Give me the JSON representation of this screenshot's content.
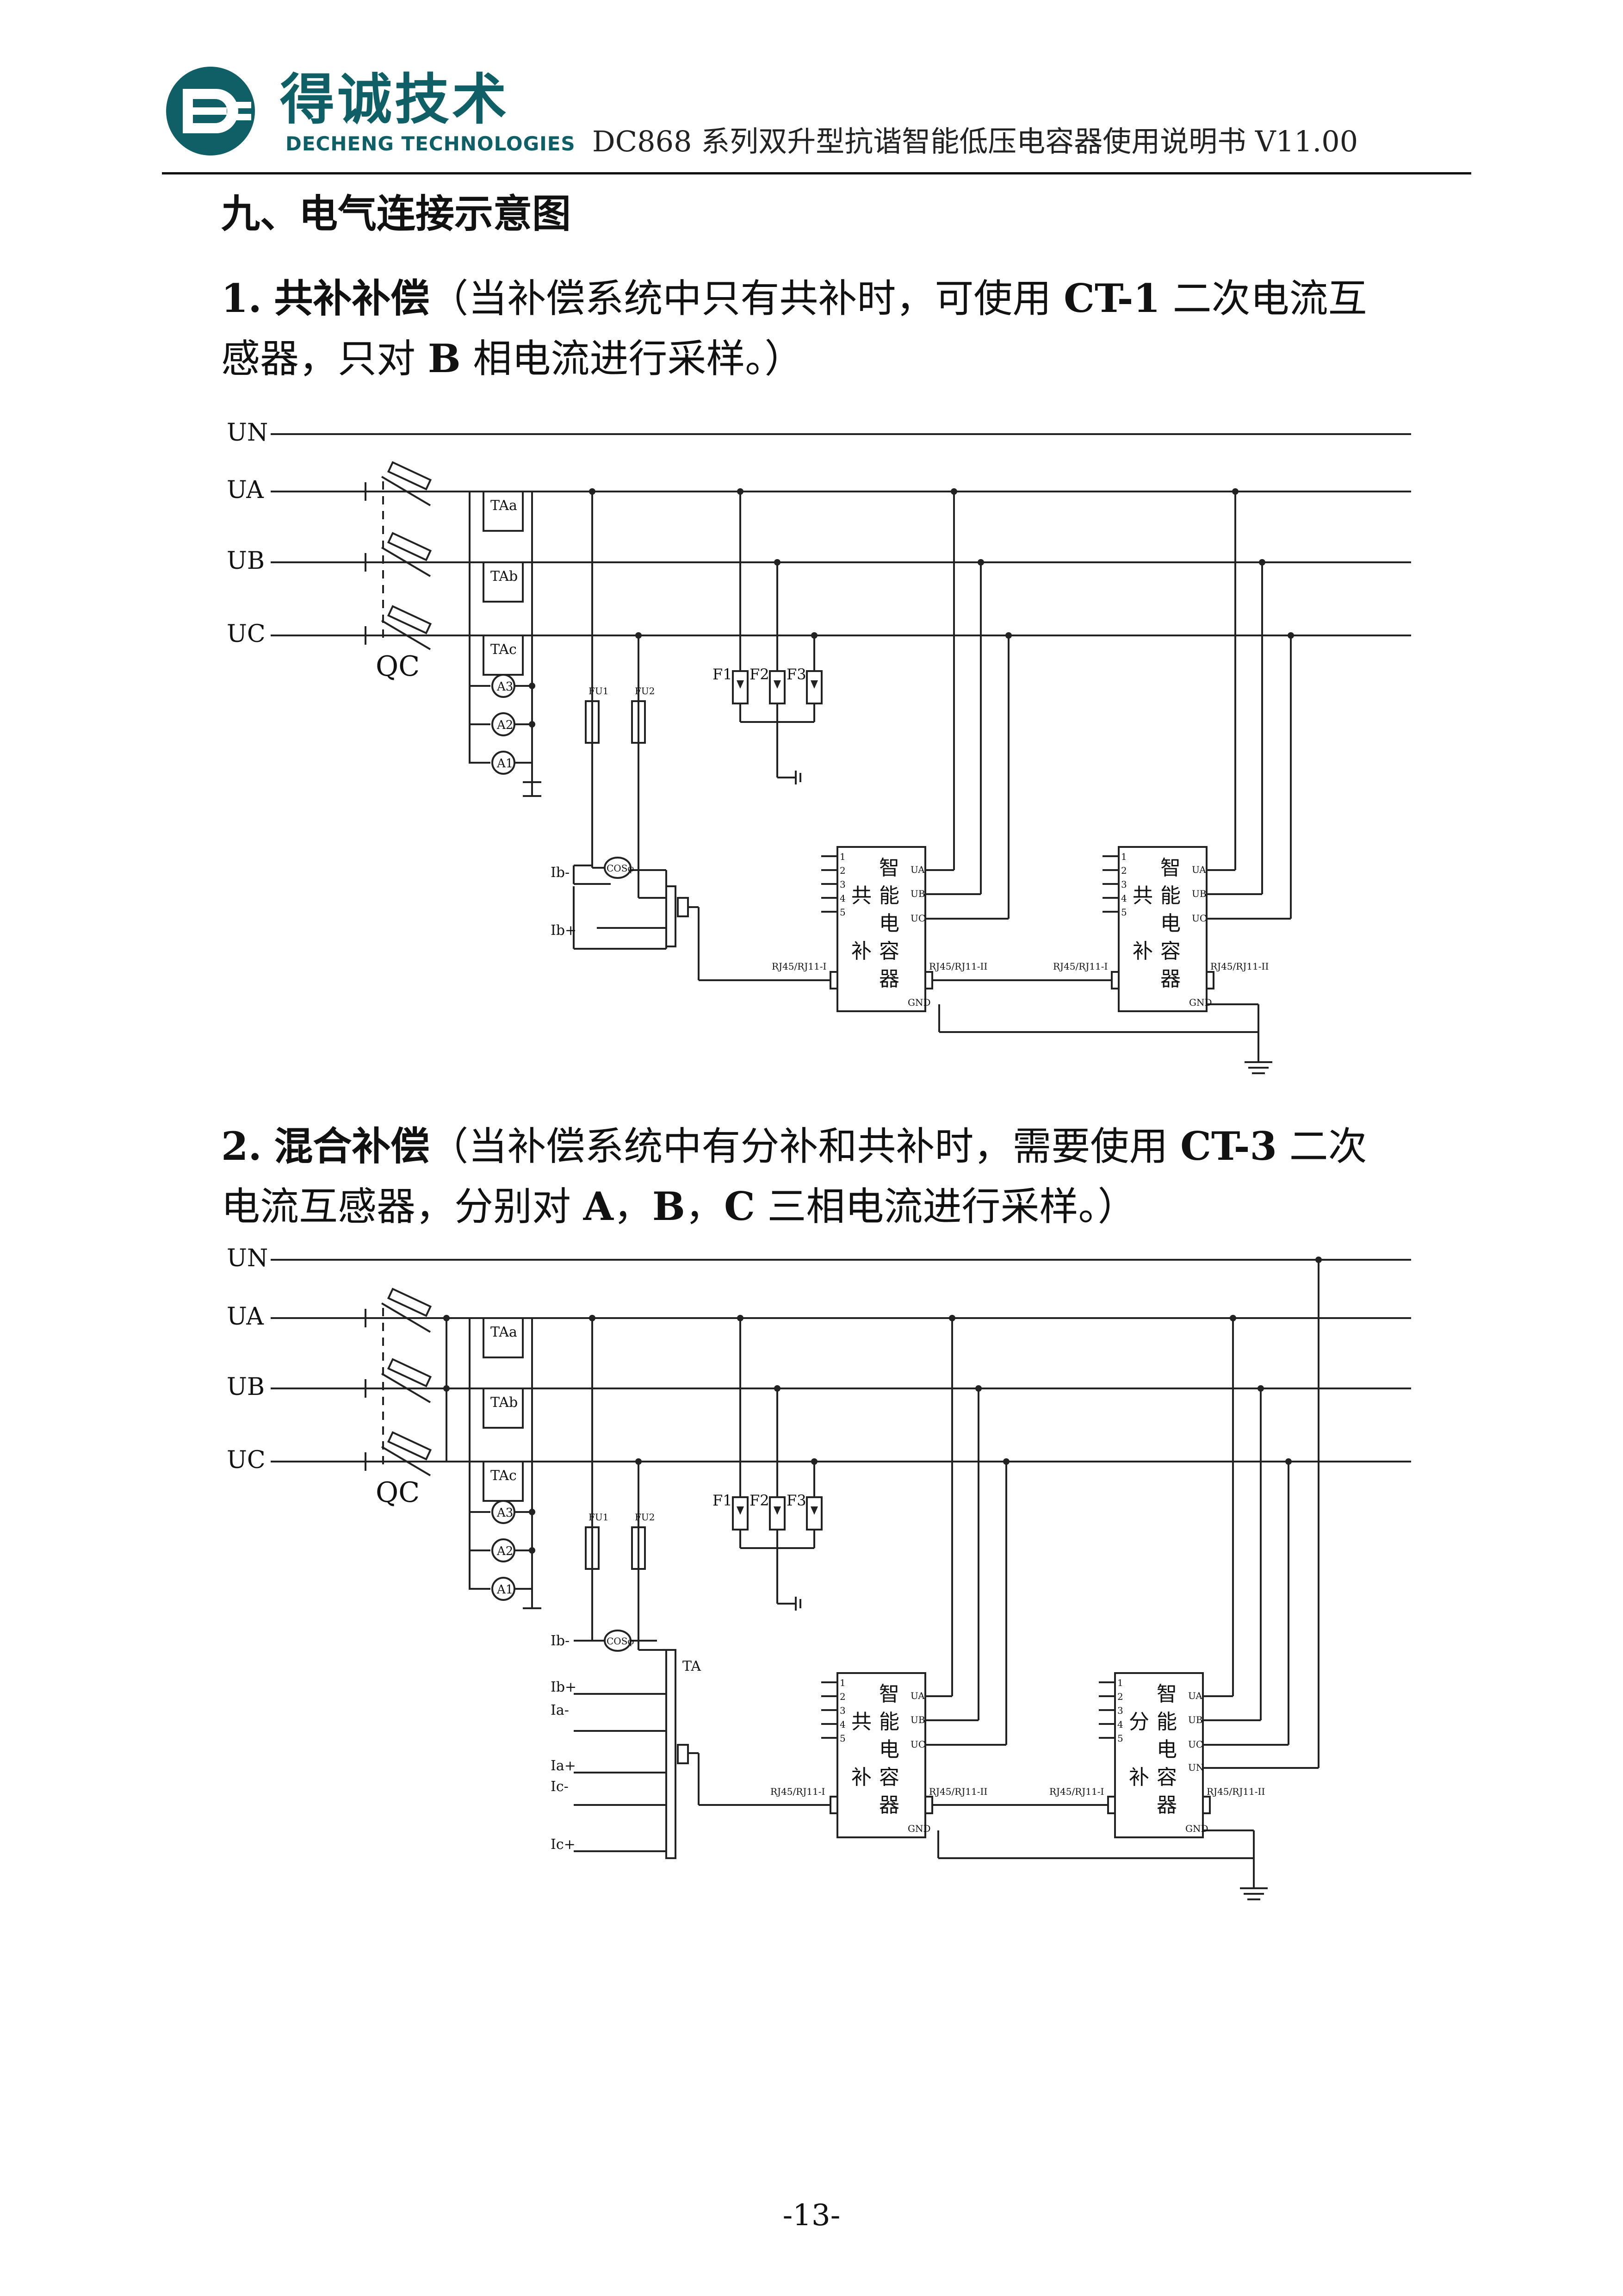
{
  "header": {
    "brand_cn": "得诚技术",
    "brand_en": "DECHENG TECHNOLOGIES",
    "doc_title": "DC868 系列双升型抗谐智能低压电容器使用说明书 V11.00",
    "brand_color": "#0e5f66"
  },
  "section": {
    "title": "九、电气连接示意图"
  },
  "para1": {
    "num": "1.",
    "heading": "共补补偿",
    "line1_text": "（当补偿系统中只有共补时，可使用",
    "line1_code": "CT-1",
    "line1_tail": "二次电流互",
    "line2_pre": "感器，只对",
    "line2_code": "B",
    "line2_tail": "相电流进行采样。）"
  },
  "para2": {
    "num": "2.",
    "heading": "混合补偿",
    "line1_text": "（当补偿系统中有分补和共补时，需要使用",
    "line1_code": "CT-3",
    "line1_tail": "二次",
    "line2_pre": "电流互感器，分别对",
    "line2_a": "A",
    "line2_sep1": "，",
    "line2_b": "B",
    "line2_sep2": "，",
    "line2_c": "C",
    "line2_tail": "三相电流进行采样。）"
  },
  "diagram1": {
    "buses": [
      "UN",
      "UA",
      "UB",
      "UC"
    ],
    "breaker": "QC",
    "cts": [
      "TAa",
      "TAb",
      "TAc"
    ],
    "ammeters": [
      "A3",
      "A2",
      "A1"
    ],
    "fuses": [
      "FU1",
      "FU2"
    ],
    "surge": [
      "F1",
      "F2",
      "F3"
    ],
    "meter": "COSφ",
    "ct_terminals": [
      "Ib-",
      "Ib+"
    ],
    "unit1": {
      "t1": "智",
      "t2": "共",
      "t3": "能",
      "t4": "电",
      "t5": "补",
      "t6": "容",
      "t7": "器",
      "pins": [
        "1",
        "2",
        "3",
        "4",
        "5"
      ],
      "ports": [
        "UA",
        "UB",
        "UC"
      ],
      "gnd": "GND",
      "rj_in": "RJ45/RJ11-I",
      "rj_out": "RJ45/RJ11-II"
    },
    "unit2": {
      "t1": "智",
      "t2": "共",
      "t3": "能",
      "t4": "电",
      "t5": "补",
      "t6": "容",
      "t7": "器",
      "pins": [
        "1",
        "2",
        "3",
        "4",
        "5"
      ],
      "ports": [
        "UA",
        "UB",
        "UC"
      ],
      "gnd": "GND",
      "rj_in": "RJ45/RJ11-I",
      "rj_out": "RJ45/RJ11-II"
    }
  },
  "diagram2": {
    "buses": [
      "UN",
      "UA",
      "UB",
      "UC"
    ],
    "breaker": "QC",
    "cts": [
      "TAa",
      "TAb",
      "TAc"
    ],
    "ammeters": [
      "A3",
      "A2",
      "A1"
    ],
    "fuses": [
      "FU1",
      "FU2"
    ],
    "surge": [
      "F1",
      "F2",
      "F3"
    ],
    "meter": "COSφ",
    "ta": "TA",
    "ct_terminals": [
      "Ib-",
      "Ib+",
      "Ia-",
      "Ia+",
      "Ic-",
      "Ic+"
    ],
    "unit1": {
      "t1": "智",
      "t2": "共",
      "t3": "能",
      "t4": "电",
      "t5": "补",
      "t6": "容",
      "t7": "器",
      "pins": [
        "1",
        "2",
        "3",
        "4",
        "5"
      ],
      "ports": [
        "UA",
        "UB",
        "UC"
      ],
      "gnd": "GND",
      "rj_in": "RJ45/RJ11-I",
      "rj_out": "RJ45/RJ11-II"
    },
    "unit2": {
      "t1": "智",
      "t2": "分",
      "t3": "能",
      "t4": "电",
      "t5": "补",
      "t6": "容",
      "t7": "器",
      "pins": [
        "1",
        "2",
        "3",
        "4",
        "5"
      ],
      "ports": [
        "UA",
        "UB",
        "UC",
        "UN"
      ],
      "gnd": "GND",
      "rj_in": "RJ45/RJ11-I",
      "rj_out": "RJ45/RJ11-II"
    }
  },
  "page_number": "-13-"
}
